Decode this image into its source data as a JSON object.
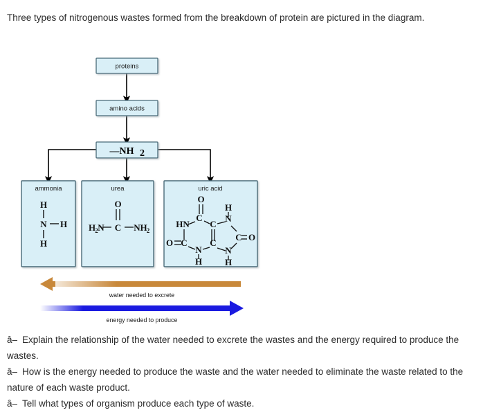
{
  "intro": {
    "paragraph": "Three types of nitrogenous wastes formed from the breakdown of protein are pictured in the diagram."
  },
  "diagram": {
    "flow_boxes": [
      {
        "label": "proteins"
      },
      {
        "label": "amino acids"
      },
      {
        "label": "—NH",
        "subscript": "2"
      }
    ],
    "waste_boxes": [
      {
        "title": "ammonia",
        "formula_atoms": [
          "H",
          "N",
          "H",
          "H"
        ],
        "structure": "H-N(H)-H"
      },
      {
        "title": "urea",
        "formula_atoms": [
          "O",
          "H",
          "2",
          "N",
          "C",
          "N",
          "H",
          "2"
        ],
        "structure": "H2N-C(=O)-NH2"
      },
      {
        "title": "uric acid",
        "formula_atoms": [
          "O",
          "HN",
          "C",
          "C",
          "N",
          "H",
          "C",
          "O",
          "N",
          "H",
          "C",
          "N",
          "H",
          "O",
          "C"
        ],
        "structure": "purine ring C5H4N4O3"
      }
    ],
    "gradient_arrows": [
      {
        "label": "water needed to excrete",
        "direction": "left",
        "color": "#c8883a"
      },
      {
        "label": "energy needed to produce",
        "direction": "right",
        "color": "#1a1ae0"
      }
    ],
    "colors": {
      "box_fill": "#d9eff7",
      "box_border": "#4a6b78",
      "connector": "#000000"
    }
  },
  "questions": {
    "bullet": "â–",
    "items": [
      "Explain the relationship of the water needed to excrete the wastes and the energy required to produce the wastes.",
      "How is the energy needed to produce the waste and the water needed to eliminate the waste related to the nature of each waste product.",
      "Tell what types of organism produce each type of waste."
    ]
  }
}
